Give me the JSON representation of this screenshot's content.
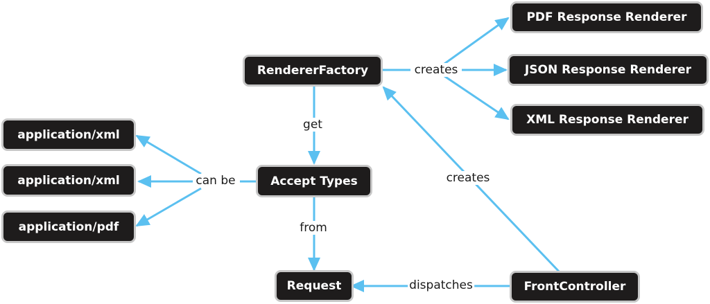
{
  "diagram": {
    "edge_color": "#5bc0f0",
    "node_fill": "#1e1c1c",
    "node_border": "#c7c7c7",
    "nodes": {
      "renderer_factory": "RendererFactory",
      "pdf_renderer": "PDF Response Renderer",
      "json_renderer": "JSON Response Renderer",
      "xml_renderer": "XML Response Renderer",
      "accept_types": "Accept Types",
      "request": "Request",
      "front_controller": "FrontController",
      "type_xml_1": "application/xml",
      "type_xml_2": "application/xml",
      "type_pdf": "application/pdf"
    },
    "edges": [
      {
        "from": "RendererFactory",
        "to": "PDF Response Renderer",
        "label": "creates"
      },
      {
        "from": "RendererFactory",
        "to": "JSON Response Renderer",
        "label": "creates"
      },
      {
        "from": "RendererFactory",
        "to": "XML Response Renderer",
        "label": "creates"
      },
      {
        "from": "RendererFactory",
        "to": "Accept Types",
        "label": "get"
      },
      {
        "from": "Accept Types",
        "to": "application/xml",
        "label": "can be"
      },
      {
        "from": "Accept Types",
        "to": "application/xml",
        "label": "can be"
      },
      {
        "from": "Accept Types",
        "to": "application/pdf",
        "label": "can be"
      },
      {
        "from": "Accept Types",
        "to": "Request",
        "label": "from"
      },
      {
        "from": "FrontController",
        "to": "Request",
        "label": "dispatches"
      },
      {
        "from": "FrontController",
        "to": "RendererFactory",
        "label": "creates"
      }
    ],
    "edge_labels": {
      "creates_renderers": "creates",
      "get": "get",
      "can_be": "can be",
      "from": "from",
      "dispatches": "dispatches",
      "creates_factory": "creates"
    }
  }
}
